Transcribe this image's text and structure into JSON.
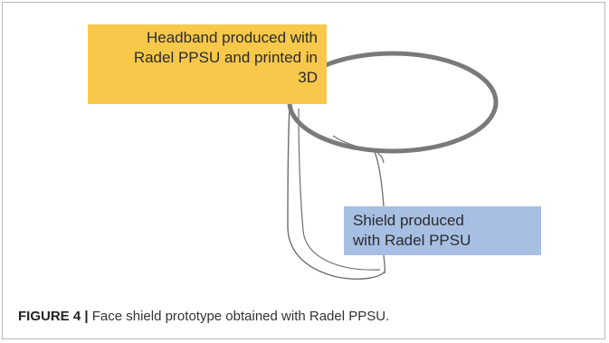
{
  "diagram": {
    "headband_label": [
      "Headband produced with",
      "Radel PPSU and printed in",
      "3D"
    ],
    "shield_label": [
      "Shield produced",
      "with Radel PPSU"
    ]
  },
  "caption": {
    "figure_label": "FIGURE 4 |",
    "text": "Face shield prototype obtained with Radel PPSU."
  },
  "colors": {
    "headband_box": "#f8c84a",
    "shield_box": "#a8bfe4",
    "ring_stroke": "#7a7a7a",
    "shield_stroke": "#6e6e6e"
  }
}
